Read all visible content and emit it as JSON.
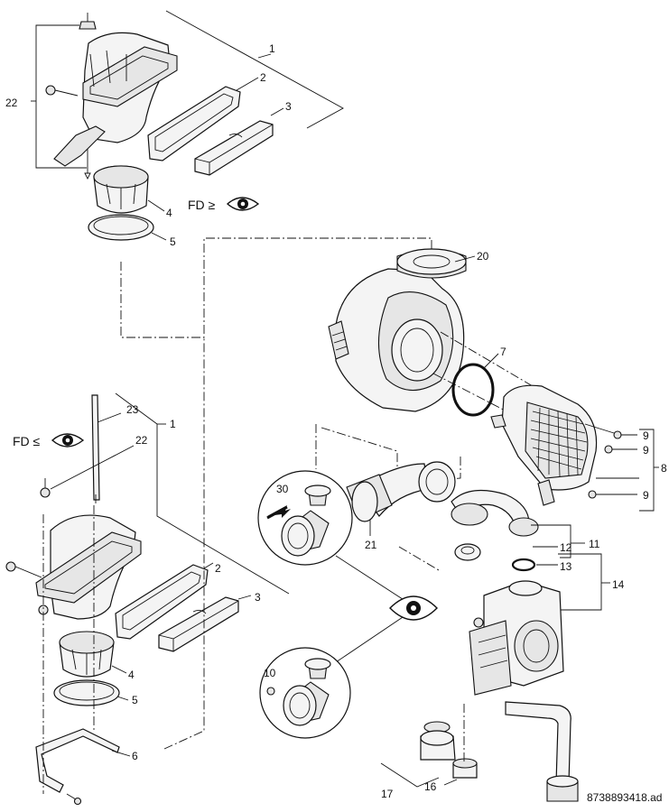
{
  "diagram": {
    "document_code": "8738893418.ad",
    "upper_view": {
      "condition": "FD ≥",
      "labels": {
        "part_22": "22",
        "part_1": "1",
        "part_2": "2",
        "part_3": "3",
        "part_4": "4",
        "part_5": "5"
      }
    },
    "lower_view": {
      "condition": "FD ≤",
      "labels": {
        "part_23": "23",
        "part_1": "1",
        "part_22": "22",
        "part_2": "2",
        "part_3": "3",
        "part_4": "4",
        "part_5": "5",
        "part_6": "6"
      }
    },
    "fan_assembly": {
      "labels": {
        "part_20": "20",
        "part_7": "7",
        "part_9a": "9",
        "part_9b": "9",
        "part_9c": "9",
        "part_8": "8"
      }
    },
    "gas_valve": {
      "labels": {
        "part_21": "21",
        "part_30": "30",
        "part_10": "10",
        "part_11": "11",
        "part_12": "12",
        "part_13": "13",
        "part_14": "14",
        "part_16": "16",
        "part_17": "17"
      }
    },
    "icons": [
      "eye-icon",
      "eye-icon",
      "eye-icon",
      "arrow-icon"
    ]
  }
}
